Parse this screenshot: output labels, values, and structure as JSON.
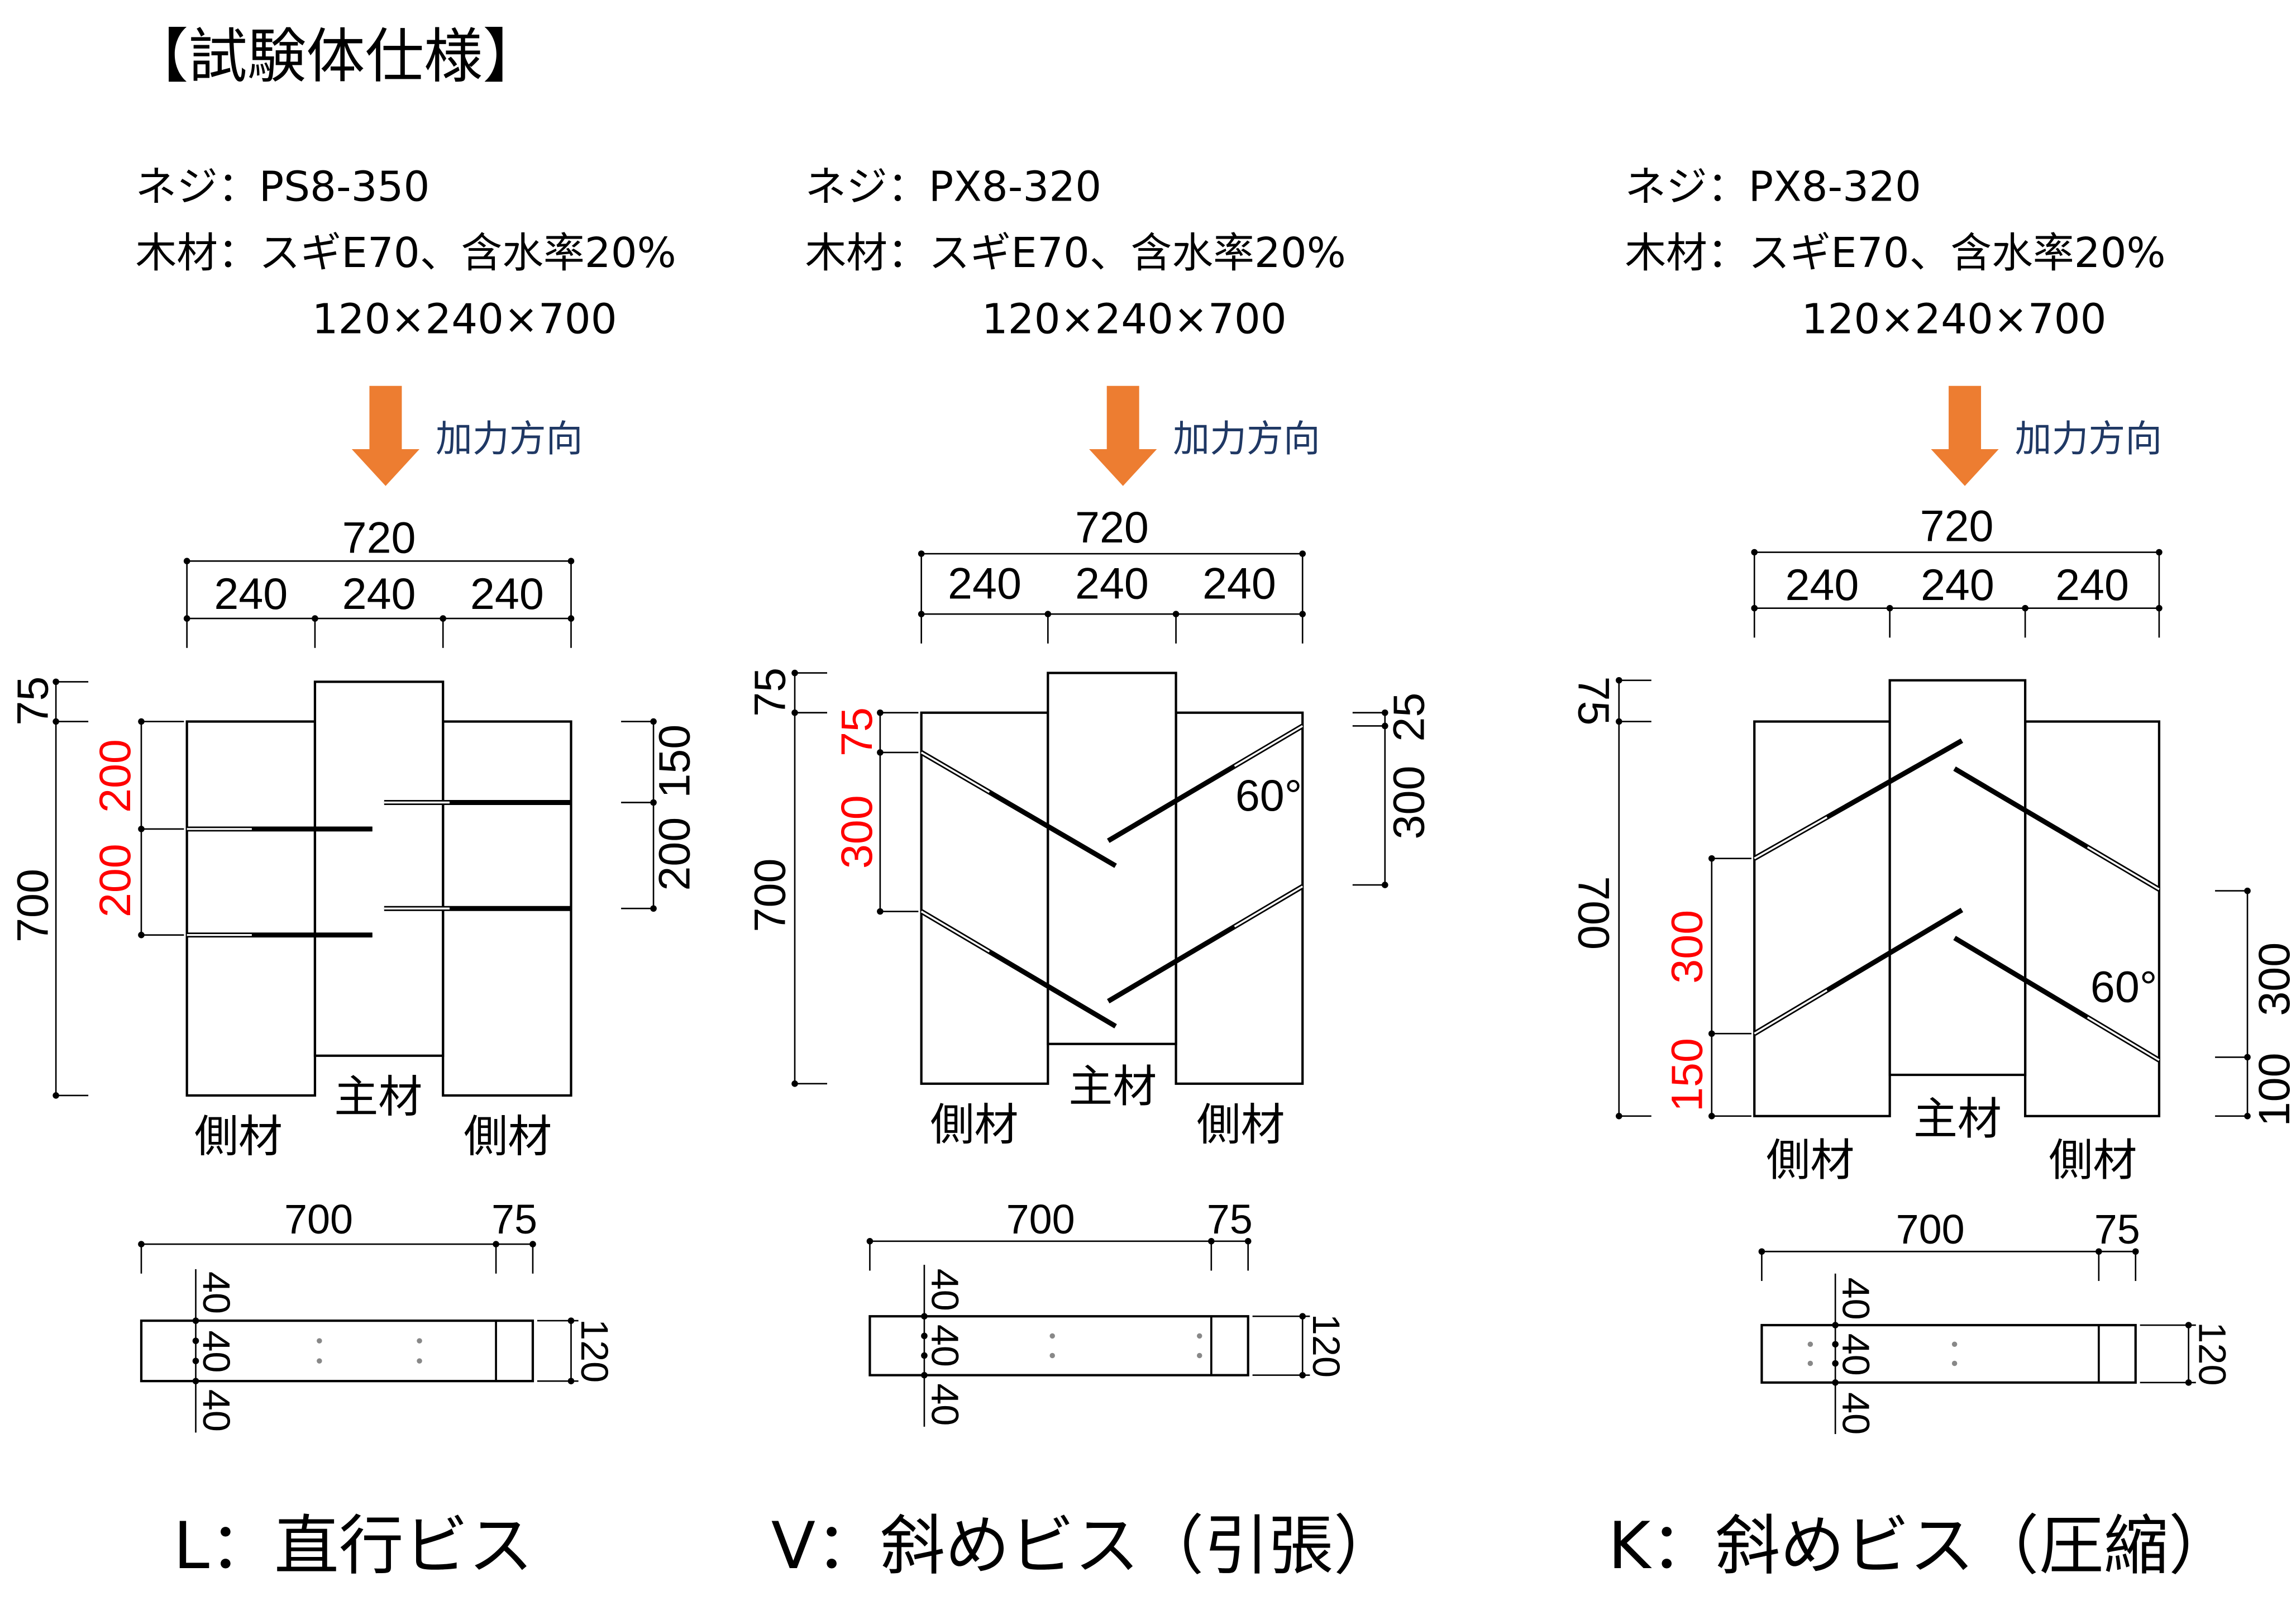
{
  "title": "【試験体仕様】",
  "load_direction": "加力方向",
  "colors": {
    "arrow": "#ED7D31",
    "load_text": "#1F3864",
    "red_dim": "#FF0000"
  },
  "specimens": [
    {
      "id": "L",
      "screw": "ネジ：PS8-350",
      "wood": "木材：スギE70、含水率20%",
      "size": "120×240×700",
      "caption": "L：直行ビス",
      "angle": "",
      "top_dims": {
        "total": "720",
        "parts": [
          "240",
          "240",
          "240"
        ]
      },
      "left_dims": [
        "75",
        "700"
      ],
      "red_dims": [
        "200",
        "200"
      ],
      "right_dims": [
        "150",
        "200"
      ],
      "labels": {
        "side_left": "側材",
        "main": "主材",
        "side_right": "側材"
      },
      "plan": {
        "length": "700",
        "end": "75",
        "spacing": [
          "40",
          "40",
          "40"
        ],
        "width": "120"
      }
    },
    {
      "id": "V",
      "screw": "ネジ：PX8-320",
      "wood": "木材：スギE70、含水率20%",
      "size": "120×240×700",
      "caption": "V：斜めビス（引張）",
      "angle": "60°",
      "top_dims": {
        "total": "720",
        "parts": [
          "240",
          "240",
          "240"
        ]
      },
      "left_dims": [
        "75",
        "700"
      ],
      "red_dims": [
        "75",
        "300"
      ],
      "right_dims": [
        "25",
        "300"
      ],
      "labels": {
        "side_left": "側材",
        "main": "主材",
        "side_right": "側材"
      },
      "plan": {
        "length": "700",
        "end": "75",
        "spacing": [
          "40",
          "40",
          "40"
        ],
        "width": "120"
      }
    },
    {
      "id": "K",
      "screw": "ネジ：PX8-320",
      "wood": "木材：スギE70、含水率20%",
      "size": "120×240×700",
      "caption": "K：斜めビス（圧縮）",
      "angle": "60°",
      "top_dims": {
        "total": "720",
        "parts": [
          "240",
          "240",
          "240"
        ]
      },
      "left_dims": [
        "75",
        "700"
      ],
      "red_dims": [
        "300",
        "150"
      ],
      "right_dims": [
        "300",
        "100"
      ],
      "labels": {
        "side_left": "側材",
        "main": "主材",
        "side_right": "側材"
      },
      "plan": {
        "length": "700",
        "end": "75",
        "spacing": [
          "40",
          "40",
          "40"
        ],
        "width": "120"
      }
    }
  ]
}
